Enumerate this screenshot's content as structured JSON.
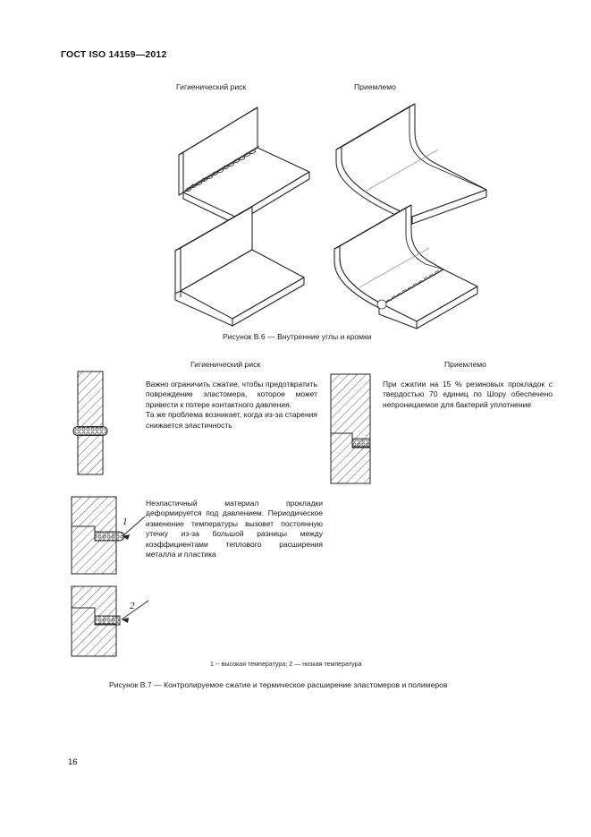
{
  "document": {
    "standard_header": "ГОСТ ISO 14159—2012",
    "page_number": "16"
  },
  "figure_b6": {
    "caption": "Рисунок B.6 — Внутренние углы и кромки",
    "column_left_label": "Гигиенический риск",
    "column_right_label": "Приемлемо",
    "panels": [
      {
        "name": "welded-sharp-internal-corner",
        "column": "left",
        "row": "top",
        "description": "Сварной внутренний угол со швом"
      },
      {
        "name": "radiused-internal-corner",
        "column": "right",
        "row": "top",
        "description": "Внутренний угол со скруглением"
      },
      {
        "name": "sharp-internal-corner",
        "column": "left",
        "row": "bottom",
        "description": "Острый внутренний угол"
      },
      {
        "name": "radiused-corner-with-lip",
        "column": "right",
        "row": "bottom",
        "description": "Скруглённый угол с кромкой"
      }
    ]
  },
  "figure_b7": {
    "caption": "Рисунок B.7 — Контролируемое сжатие и термическое расширение эластомеров и полимеров",
    "column_left_label": "Гигиенический риск",
    "column_right_label": "Приемлемо",
    "key": "1 -- высокая температура; 2 —  низкая температура",
    "callouts": [
      {
        "id": "1",
        "label": "1"
      },
      {
        "id": "2",
        "label": "2"
      }
    ],
    "text_left_1": "Важно ограничить сжатие, чтобы предотвратить повреждение эластомера, которое может привести к потере контактного давления.",
    "text_left_1b": "Та же проблема возникает, когда из-за старения снижается эластичность",
    "text_right_1": "При сжатии на 15 % резиновых прокладок с твердостью 70 единиц по Шору обеспечено непроницаемое для бактерий уплотнение",
    "text_left_2": "Неэластичный материал прокладки деформируется под давлением. Периодическое изменение температуры вызовет постоянную утечку из-за большой разницы между коэффициентами теплового расширения металла и пластика"
  },
  "colors": {
    "ink": "#1a1a1a",
    "line": "#222222",
    "hatch": "#444444",
    "paper": "#ffffff"
  }
}
